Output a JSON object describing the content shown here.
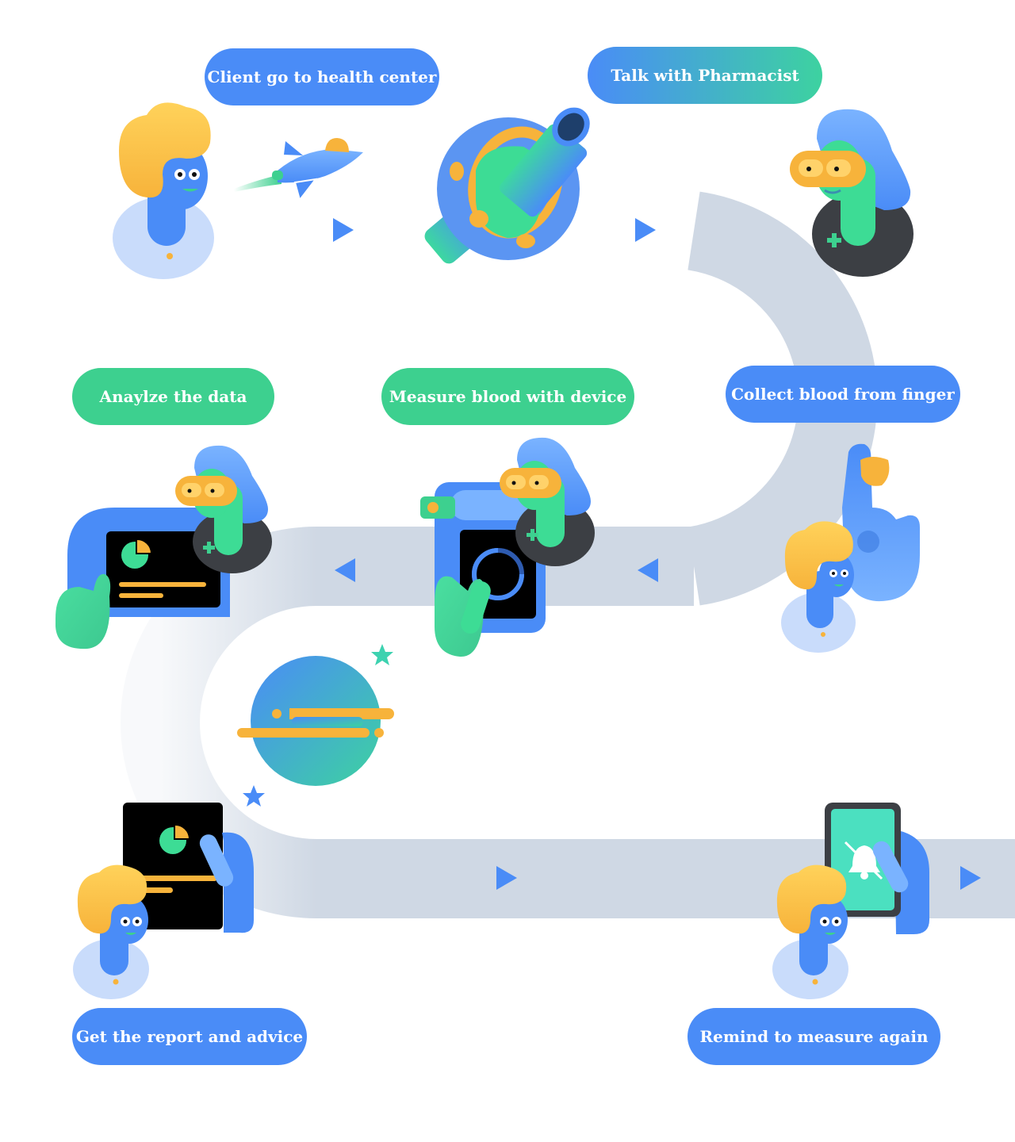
{
  "steps": [
    {
      "label": "Client go to health center"
    },
    {
      "label": "Talk with Pharmacist"
    },
    {
      "label": "Collect blood from finger"
    },
    {
      "label": "Measure blood with device"
    },
    {
      "label": "Anaylze the data"
    },
    {
      "label": "Get the report and advice"
    },
    {
      "label": "Remind to measure again"
    }
  ],
  "colors": {
    "path": "#cfd8e4",
    "blue": "#4a8cf7",
    "green": "#3dd08f",
    "yellow": "#f7b33b",
    "dark": "#3c3f44",
    "skin_blue": "#4a8cf7",
    "bubble": "#c9dcfb"
  },
  "icons": [
    "user-icon",
    "rocket-icon",
    "telescope-icon",
    "pharmacist-icon",
    "finger-icon",
    "device-icon",
    "tablet-icon",
    "planet-icon",
    "report-icon",
    "bell-phone-icon",
    "arrow-icon",
    "star-icon"
  ]
}
